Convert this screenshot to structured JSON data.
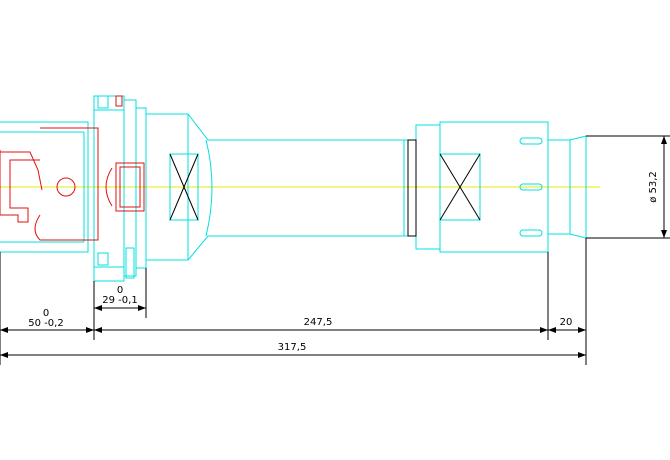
{
  "dimensions": {
    "flange_tol": "0",
    "flange": "50 -0,2",
    "collar_tol": "0",
    "collar": "29 -0,1",
    "body": "247,5",
    "tip": "20",
    "overall": "317,5",
    "diameter": "ø 53,2"
  },
  "colors": {
    "outline": "#00e0e0",
    "detail": "#e01010",
    "centerline": "#e8e800",
    "dimension": "#000000"
  }
}
